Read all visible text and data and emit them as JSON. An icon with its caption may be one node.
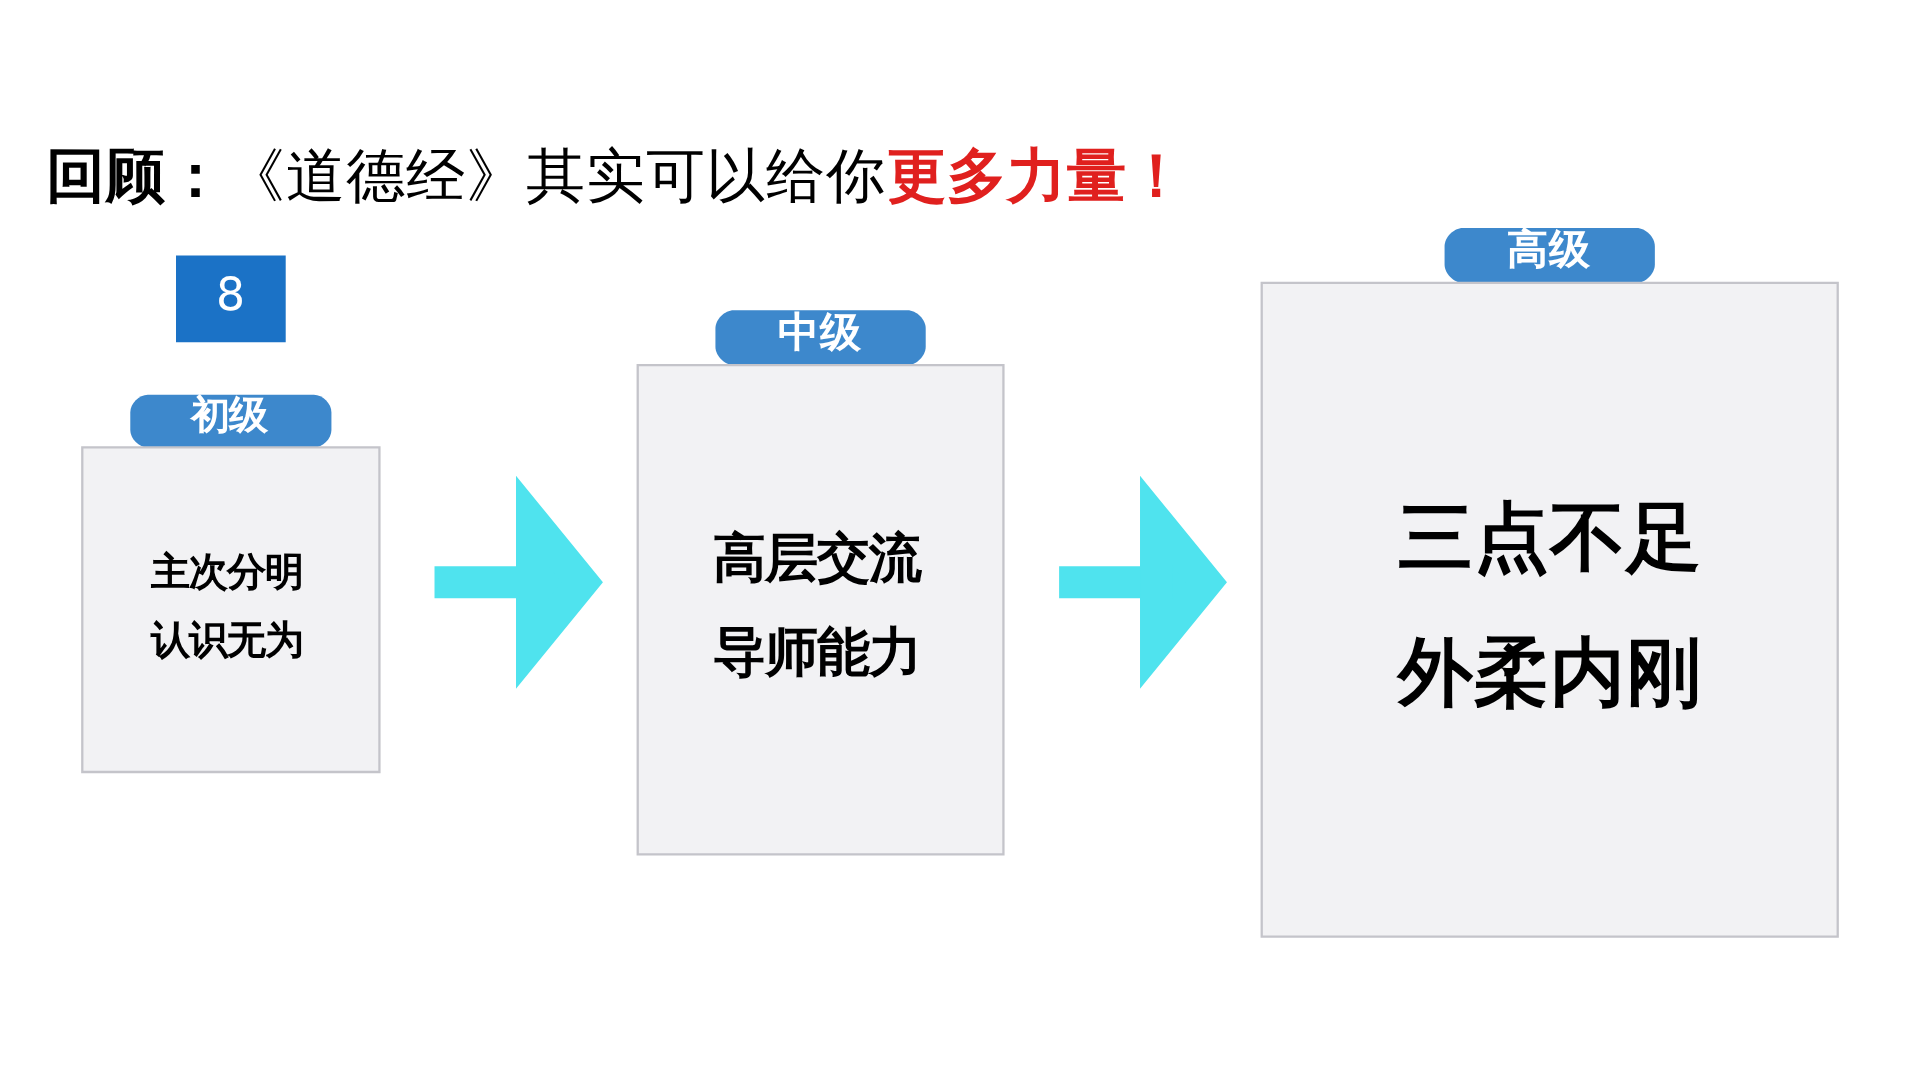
{
  "diagram": {
    "title": "**回顾：**《道德经》其实可以给你**更多力量！**",
    "nodes": [
      {
        "text": [
          "初级",
          "主次分明",
          "认识无为"
        ]
      },
      {
        "text": [
          "中级",
          "高层交流",
          "导师能力"
        ]
      },
      {
        "text": [
          "高级",
          "三点不足",
          "外柔内刚"
        ]
      }
    ],
    "edges": [
      {
        "from": 0,
        "to": 1,
        "arrow": "to"
      },
      {
        "from": 1,
        "to": 2,
        "arrow": "to"
      }
    ],
    "labels": [
      "8"
    ]
  }
}
